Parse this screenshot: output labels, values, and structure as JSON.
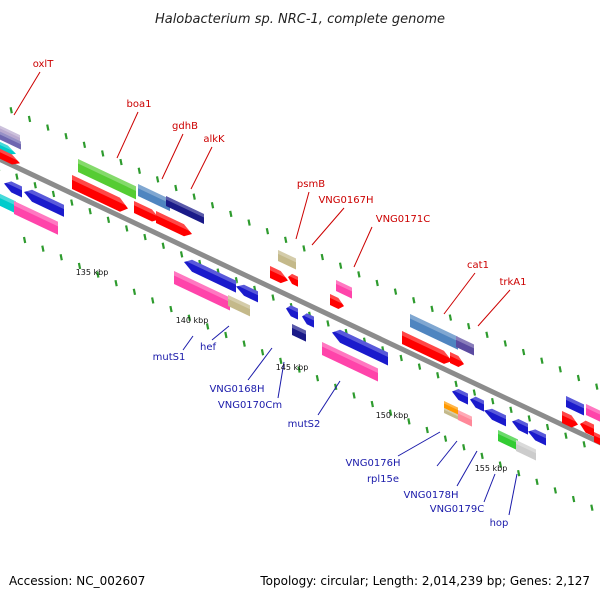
{
  "title": "Halobacterium sp. NRC-1, complete genome",
  "footer": {
    "accession": "Accession: NC_002607",
    "topology": "Topology: circular; Length: 2,014,239 bp; Genes: 2,127"
  },
  "colors": {
    "backbone": "#8c8c8c",
    "tick": "#2e9b2e",
    "label_top": "#cc0000",
    "label_bottom": "#1a1aaa"
  },
  "kbp_markers": [
    "135 kbp",
    "140 kbp",
    "145 kbp",
    "150 kbp",
    "155 kbp"
  ],
  "genes_top": [
    {
      "name": "oxlT"
    },
    {
      "name": "boa1"
    },
    {
      "name": "gdhB"
    },
    {
      "name": "alkK"
    },
    {
      "name": "psmB"
    },
    {
      "name": "VNG0167H"
    },
    {
      "name": "VNG0171C"
    },
    {
      "name": "cat1"
    },
    {
      "name": "trkA1"
    }
  ],
  "genes_bottom": [
    {
      "name": "mutS1"
    },
    {
      "name": "hef"
    },
    {
      "name": "VNG0168H"
    },
    {
      "name": "VNG0170Cm"
    },
    {
      "name": "mutS2"
    },
    {
      "name": "VNG0176H"
    },
    {
      "name": "rpl15e"
    },
    {
      "name": "VNG0178H"
    },
    {
      "name": "VNG0179C"
    },
    {
      "name": "hop"
    }
  ]
}
